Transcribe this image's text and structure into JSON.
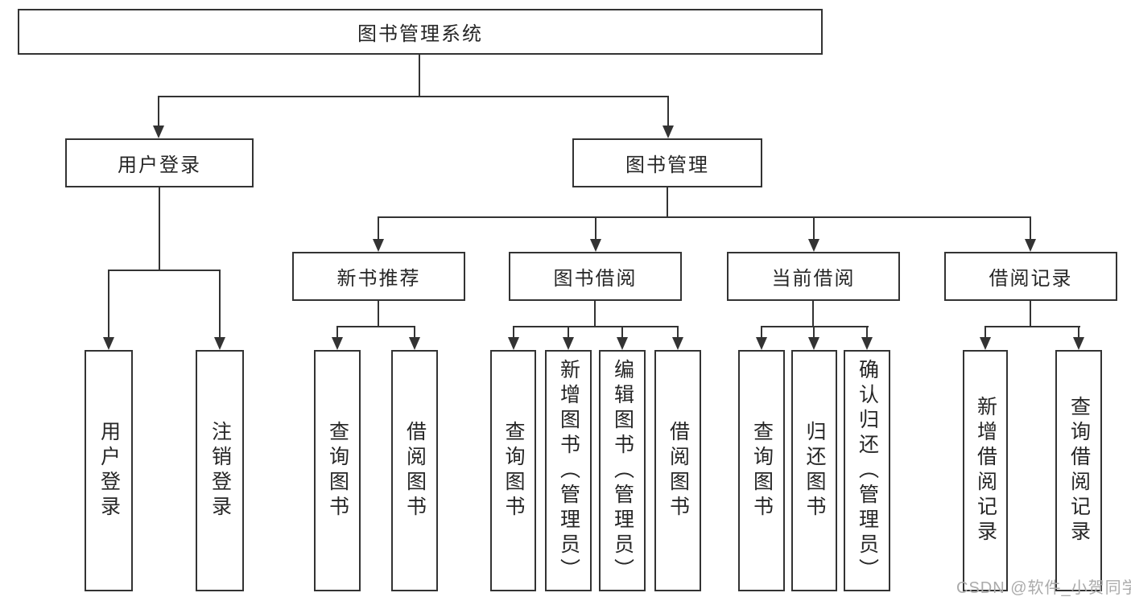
{
  "tree": {
    "label": "图书管理系统",
    "children": [
      {
        "label": "用户登录",
        "children": [
          {
            "label": "用户登录"
          },
          {
            "label": "注销登录"
          }
        ]
      },
      {
        "label": "图书管理",
        "children": [
          {
            "label": "新书推荐",
            "children": [
              {
                "label": "查询图书"
              },
              {
                "label": "借阅图书"
              }
            ]
          },
          {
            "label": "图书借阅",
            "children": [
              {
                "label": "查询图书"
              },
              {
                "label": "新增图书（管理员）"
              },
              {
                "label": "编辑图书（管理员）"
              },
              {
                "label": "借阅图书"
              }
            ]
          },
          {
            "label": "当前借阅",
            "children": [
              {
                "label": "查询图书"
              },
              {
                "label": "归还图书"
              },
              {
                "label": "确认归还（管理员）"
              }
            ]
          },
          {
            "label": "借阅记录",
            "children": [
              {
                "label": "新增借阅记录"
              },
              {
                "label": "查询借阅记录"
              }
            ]
          }
        ]
      }
    ]
  },
  "watermark": "CSDN @软件_小贺同学",
  "colors": {
    "line": "#333333",
    "border": "#333333",
    "text": "#262626",
    "watermark": "#ababab",
    "background": "#ffffff"
  }
}
